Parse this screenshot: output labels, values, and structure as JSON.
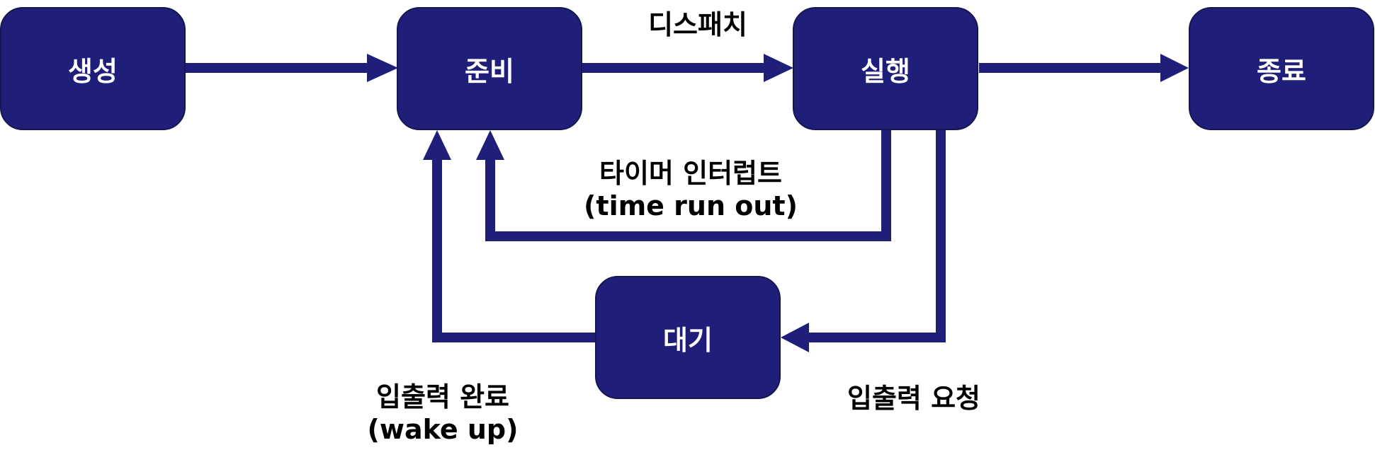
{
  "colors": {
    "node_fill": "#1f1f7a",
    "edge": "#1f1f7a",
    "node_text": "#ffffff",
    "label_text": "#000000"
  },
  "nodes": {
    "create": "생성",
    "ready": "준비",
    "running": "실행",
    "terminated": "종료",
    "waiting": "대기"
  },
  "edges": {
    "dispatch": "디스패치",
    "timer_interrupt": "타이머 인터럽트",
    "timer_interrupt_en": "(time run out)",
    "io_request": "입출력 요청",
    "io_complete": "입출력 완료",
    "io_complete_en": "(wake up)"
  }
}
